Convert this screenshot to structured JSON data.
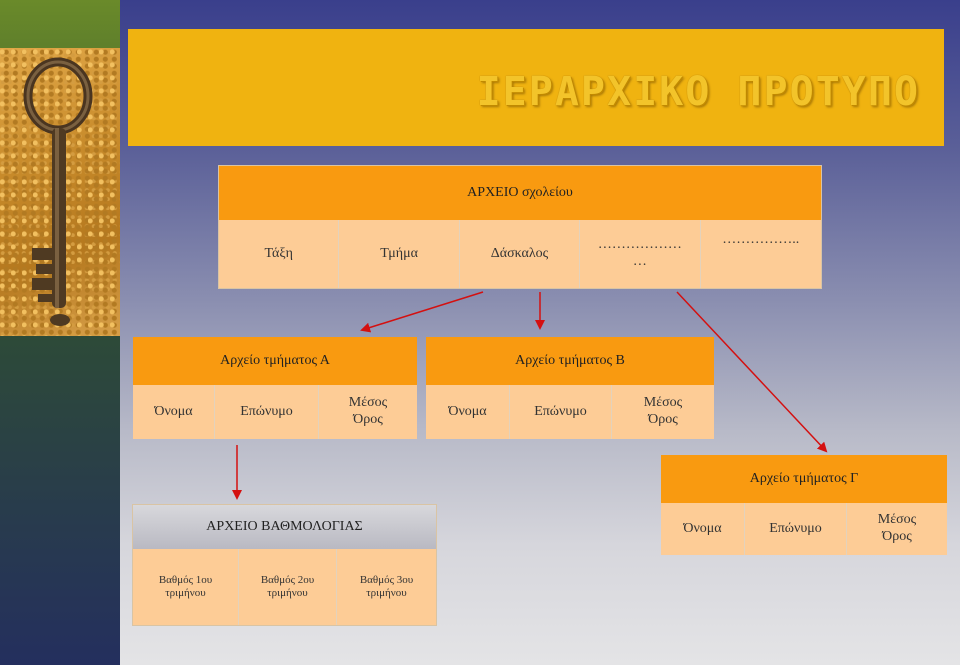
{
  "page": {
    "title": "ΙΕΡΑΡΧΙΚΟ ΠΡΟΤΥΠΟ"
  },
  "school_file": {
    "title": "ΑΡΧΕΙΟ σχολείου",
    "fields": [
      "Τάξη",
      "Τμήμα",
      "Δάσκαλος",
      "………………\n…",
      "…………….."
    ]
  },
  "dept_a": {
    "title": "Αρχείο τμήματος Α",
    "fields": [
      "Όνομα",
      "Επώνυμο",
      "Μέσος\nΌρος"
    ]
  },
  "dept_b": {
    "title": "Αρχείο τμήματος Β",
    "fields": [
      "Όνομα",
      "Επώνυμο",
      "Μέσος\nΌρος"
    ]
  },
  "dept_c": {
    "title": "Αρχείο τμήματος Γ",
    "fields": [
      "Όνομα",
      "Επώνυμο",
      "Μέσος\nΌρος"
    ]
  },
  "grades_file": {
    "title": "ΑΡΧΕΙΟ ΒΑΘΜΟΛΟΓΙΑΣ",
    "fields": [
      "Βαθμός 1ου\nτριμήνου",
      "Βαθμός 2ου\nτριμήνου",
      "Βαθμός 3ου\nτριμήνου"
    ]
  },
  "colors": {
    "title_band": "#f0b310",
    "header": "#f99a10",
    "cell": "#fdcc96",
    "arrow": "#d41010"
  }
}
